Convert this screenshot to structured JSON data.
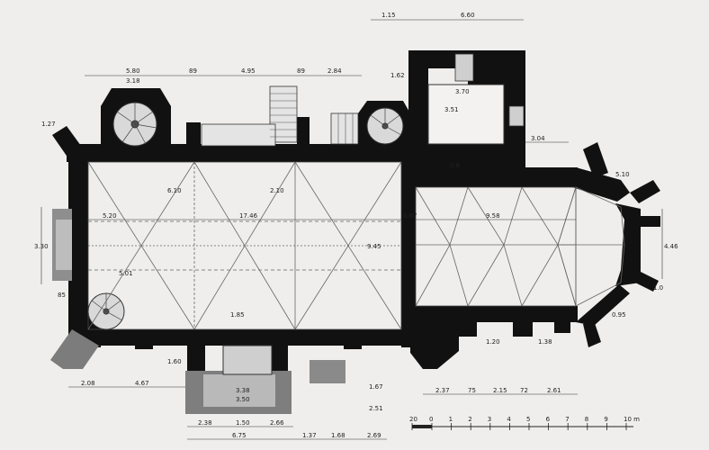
{
  "plan": {
    "top_dims": [
      "5.80",
      "89",
      "4.95",
      "89",
      "2.84"
    ],
    "top_small": "3.18",
    "tower_top_left": "1.15",
    "tower_top_right": "6.60",
    "tower_side": "1.62",
    "tower_inner_w": "3.70",
    "tower_inner_h": "3.51",
    "tower_lower": "0.8",
    "right_upper": "3.04",
    "apse_diag": "5.10",
    "apse_right": "4.46",
    "apse_small": "1.0",
    "apse_low": "0.95",
    "left_side": "3.30",
    "left_small": "1.27",
    "left_bottom": "85",
    "nave_inner_w": "17.46",
    "nave_tl": "5.20",
    "nave_w1": "6.10",
    "nave_w2": "2.10",
    "nave_lower": "5.01",
    "choir_w": "9.58",
    "choir_gap": "0.67",
    "nave_h": "9.45",
    "porch_top": "1.85",
    "porch_w": "3.38",
    "porch_w2": "3.50",
    "porch_side": "1.60",
    "bottom_left": "2.08",
    "bottom_mid": "4.67",
    "bottom_a": "2.38",
    "bottom_b": "1.50",
    "bottom_c": "2.66",
    "bottom_total": "6.75",
    "bottom_d": "1.37",
    "bottom_e": "1.68",
    "bottom_f": "2.69",
    "choir_bottom": [
      "2.37",
      "75",
      "2.15",
      "72",
      "2.61"
    ],
    "choir_small": [
      "1.20",
      "1.38"
    ],
    "side_vals": [
      "1.67",
      "2.51"
    ],
    "scale_labels": [
      "20",
      "0",
      "1",
      "2",
      "3",
      "4",
      "5",
      "6",
      "7",
      "8",
      "9",
      "10 m"
    ]
  }
}
